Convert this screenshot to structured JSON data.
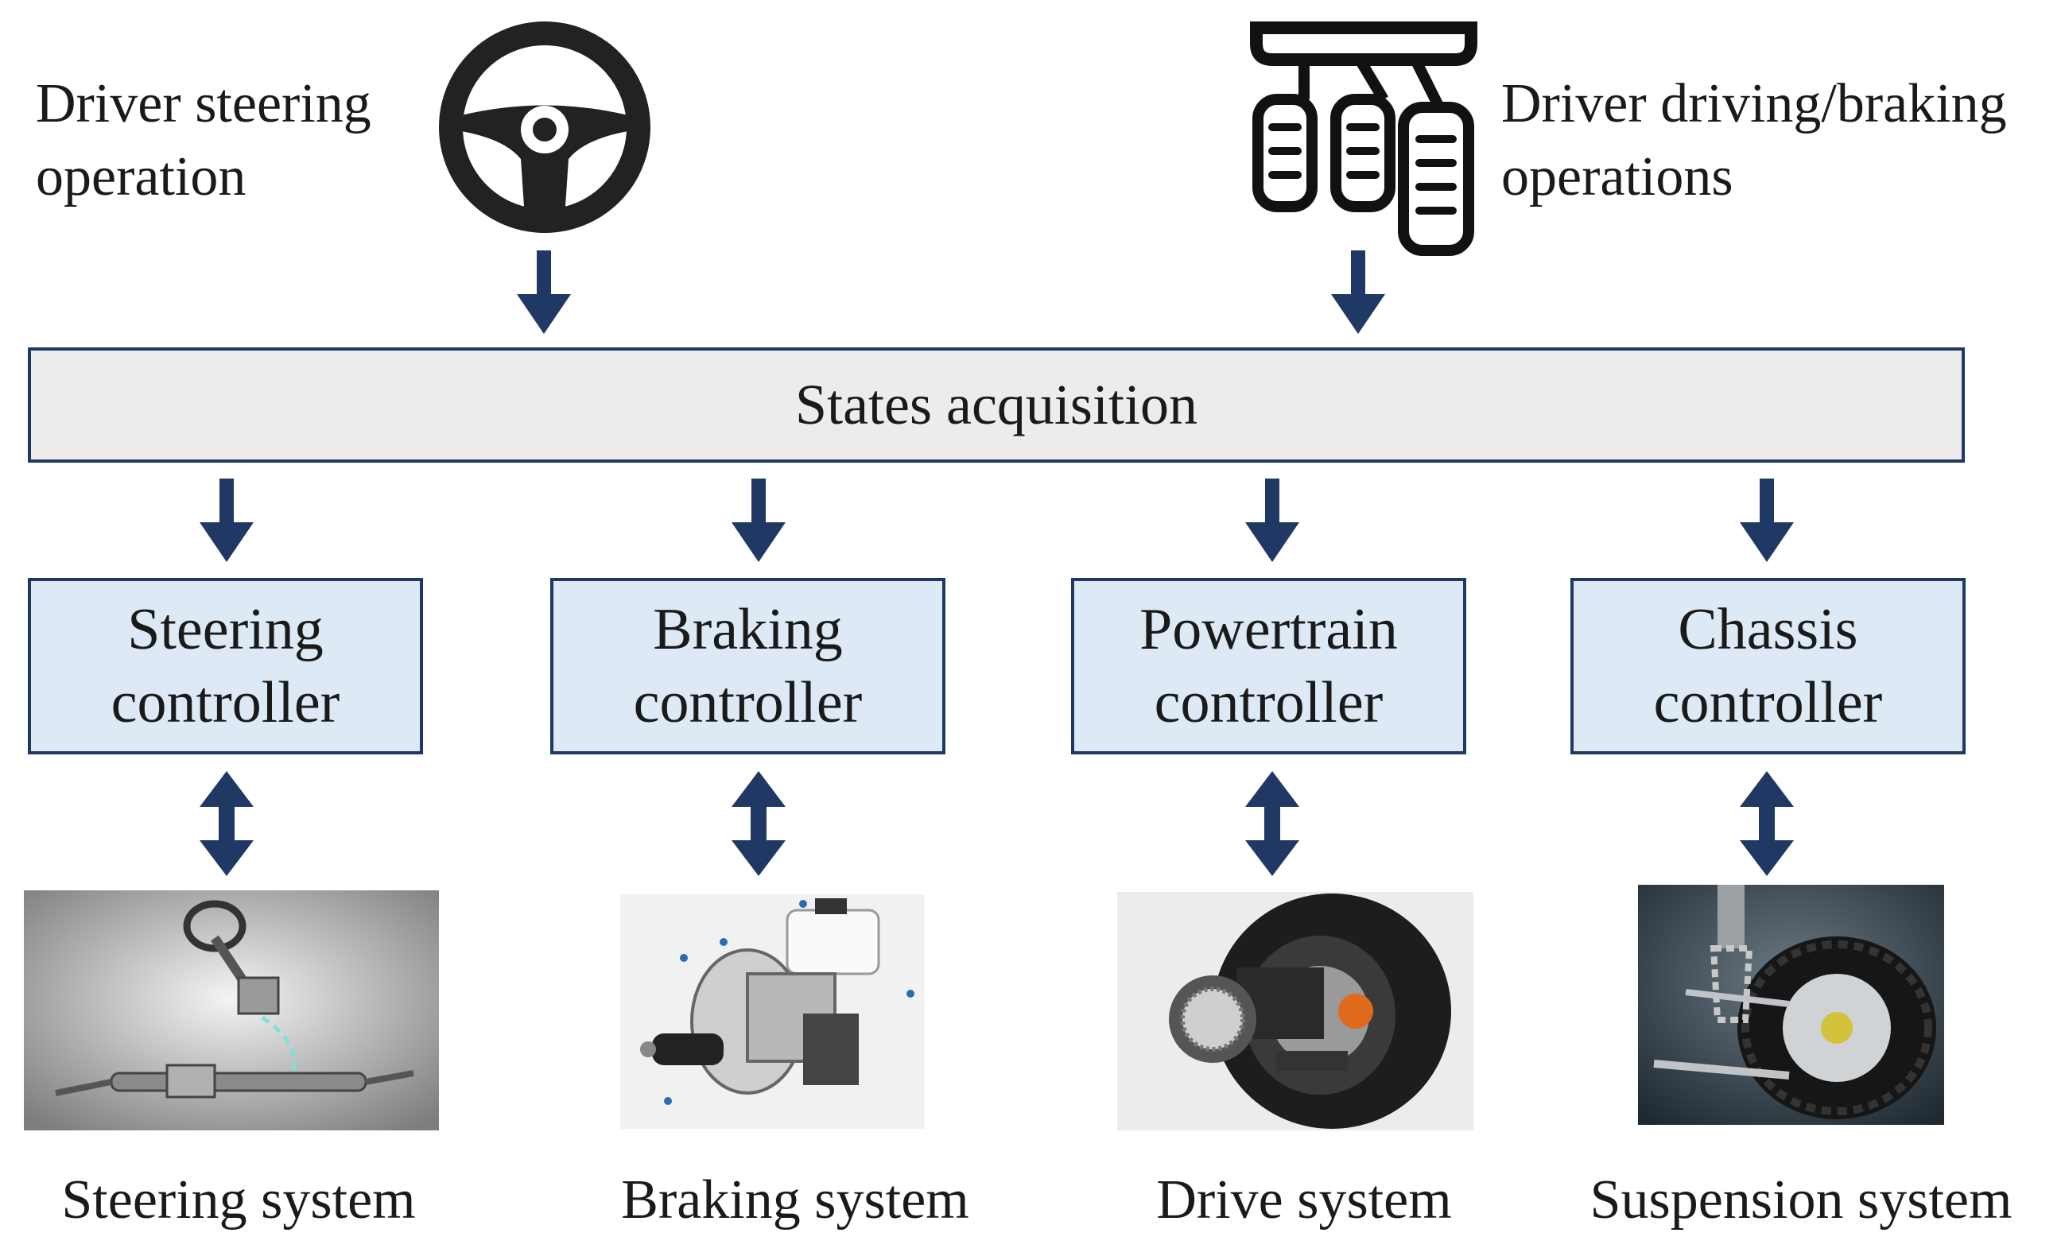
{
  "inputs": {
    "steering_line1": "Driver steering",
    "steering_line2": "operation",
    "pedal_line1": "Driver driving/braking",
    "pedal_line2": "operations"
  },
  "states": {
    "label": "States acquisition"
  },
  "controllers": [
    {
      "line1": "Steering",
      "line2": "controller"
    },
    {
      "line1": "Braking",
      "line2": "controller"
    },
    {
      "line1": "Powertrain",
      "line2": "controller"
    },
    {
      "line1": "Chassis",
      "line2": "controller"
    }
  ],
  "systems": [
    {
      "label": "Steering system"
    },
    {
      "label": "Braking system"
    },
    {
      "label": "Drive system"
    },
    {
      "label": "Suspension system"
    }
  ],
  "colors": {
    "arrow": "#1f3864",
    "box_border": "#1f3864",
    "controller_fill": "#dde9f5",
    "bar_fill": "#ececec",
    "icon": "#222222"
  },
  "icons": {
    "steering": "steering-wheel-icon",
    "pedals": "pedals-icon"
  }
}
